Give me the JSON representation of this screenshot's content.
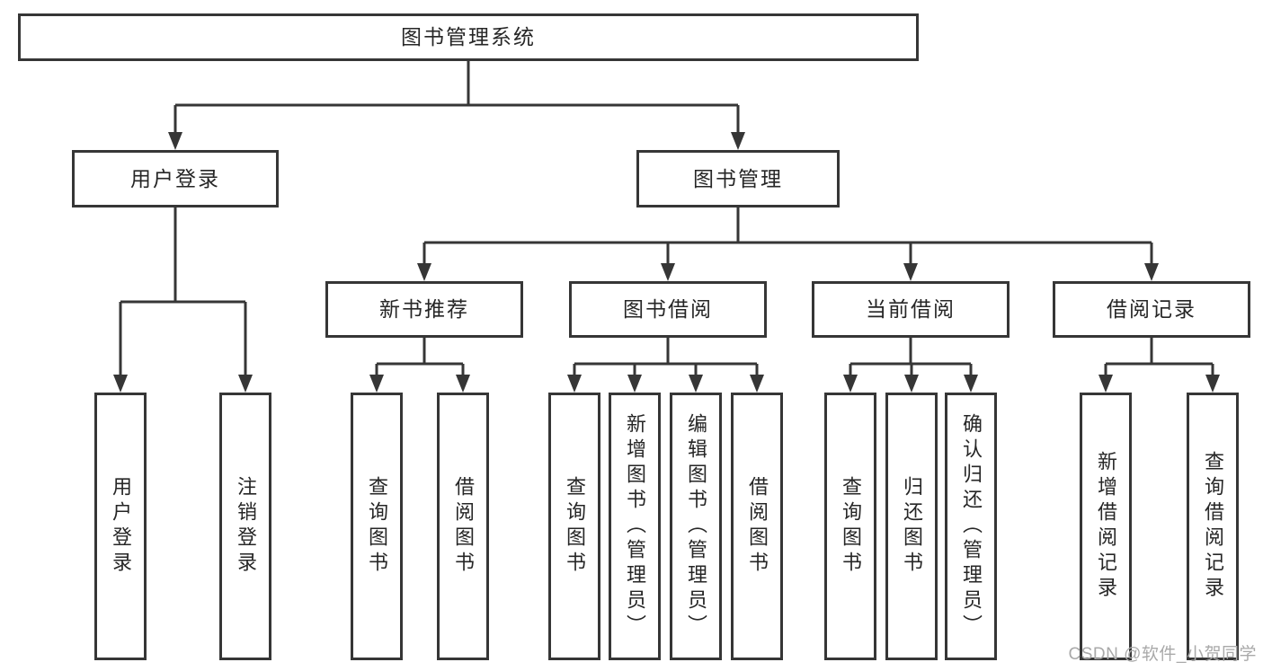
{
  "tree": {
    "label": "图书管理系统",
    "children": [
      {
        "label": "用户登录",
        "children": [
          {
            "label": "用户登录"
          },
          {
            "label": "注销登录"
          }
        ]
      },
      {
        "label": "图书管理",
        "children": [
          {
            "label": "新书推荐",
            "children": [
              {
                "label": "查询图书"
              },
              {
                "label": "借阅图书"
              }
            ]
          },
          {
            "label": "图书借阅",
            "children": [
              {
                "label": "查询图书"
              },
              {
                "label": "新增图书（管理员）"
              },
              {
                "label": "编辑图书（管理员）"
              },
              {
                "label": "借阅图书"
              }
            ]
          },
          {
            "label": "当前借阅",
            "children": [
              {
                "label": "查询图书"
              },
              {
                "label": "归还图书"
              },
              {
                "label": "确认归还（管理员）"
              }
            ]
          },
          {
            "label": "借阅记录",
            "children": [
              {
                "label": "新增借阅记录"
              },
              {
                "label": "查询借阅记录"
              }
            ]
          }
        ]
      }
    ]
  },
  "watermark": "CSDN @软件_小贺同学",
  "colors": {
    "line": "#363636",
    "text": "#262626",
    "watermark": "#a9a9a9",
    "background": "#ffffff"
  }
}
